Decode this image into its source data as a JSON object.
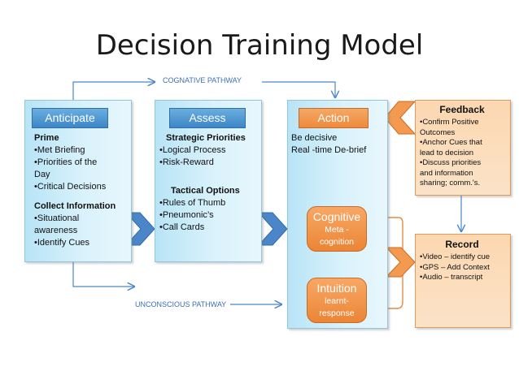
{
  "title": "Decision Training Model",
  "cognitive_pathway": "COGNATIVE PATHWAY",
  "unconscious_pathway": "UNCONSCIOUS PATHWAY",
  "anticipate": {
    "header": "Anticipate",
    "prime_heading": "Prime",
    "prime_items": [
      "•Met Briefing",
      "•Priorities of the",
      "Day",
      "•Critical Decisions"
    ],
    "collect_heading": "Collect Information",
    "collect_items": [
      "•Situational",
      "awareness",
      "•Identify Cues"
    ]
  },
  "assess": {
    "header": "Assess",
    "strategic_heading": "Strategic Priorities",
    "strategic_items": [
      "•Logical Process",
      "•Risk-Reward"
    ],
    "tactical_heading": "Tactical Options",
    "tactical_items": [
      "•Rules of Thumb",
      "•Pneumonic’s",
      "•Call Cards"
    ]
  },
  "action": {
    "header": "Action",
    "lines": [
      "Be decisive",
      "Real -time De-brief"
    ],
    "cognition": {
      "title": "Cognitive",
      "line1": "Meta -",
      "line2": "cognition"
    },
    "intuition": {
      "title": "Intuition",
      "line1": "learnt-",
      "line2": "response"
    }
  },
  "feedback": {
    "header": "Feedback",
    "items": [
      "•Confirm Positive",
      "Outcomes",
      "•Anchor Cues that",
      "lead to decision",
      "•Discuss  priorities",
      "and information",
      "sharing; comm.'s."
    ]
  },
  "record": {
    "header": "Record",
    "items": [
      "•Video – identify cue",
      "•GPS – Add Context",
      "•Audio – transcript"
    ]
  },
  "colors": {
    "blue_header": "#3d86c6",
    "orange": "#ee8a3c",
    "panel": "#c6ebf8",
    "arrow_blue": "#4a86c8",
    "line_blue": "#4a86c8"
  }
}
